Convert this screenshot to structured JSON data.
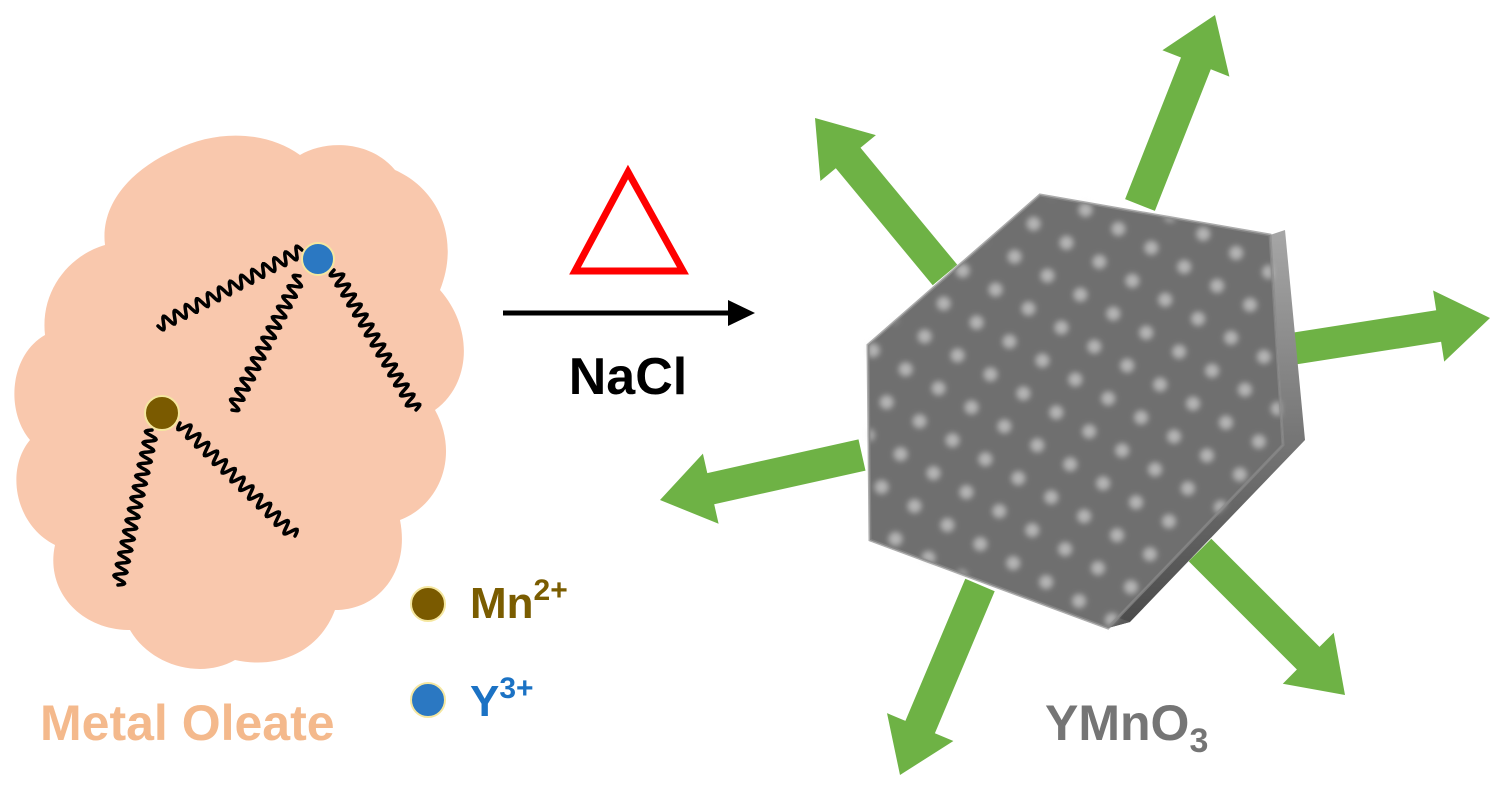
{
  "labels": {
    "precursor": "Metal Oleate",
    "reagent": "NaCl",
    "product_base": "YMnO",
    "product_subscript": "3",
    "ion_mn_base": "Mn",
    "ion_mn_charge": "2+",
    "ion_y_base": "Y",
    "ion_y_charge": "3+"
  },
  "heat_symbol": "triangle",
  "colors": {
    "cloud": "#f9c8ad",
    "precursor_text": "#f4b98c",
    "mn": "#7a5a00",
    "y": "#2b78c2",
    "y_text": "#1b72c4",
    "mn_text": "#7a5c00",
    "heat": "#ff0000",
    "arrow_green": "#6eb245",
    "crystal": "#7f7f7f",
    "product_text": "#757575"
  }
}
